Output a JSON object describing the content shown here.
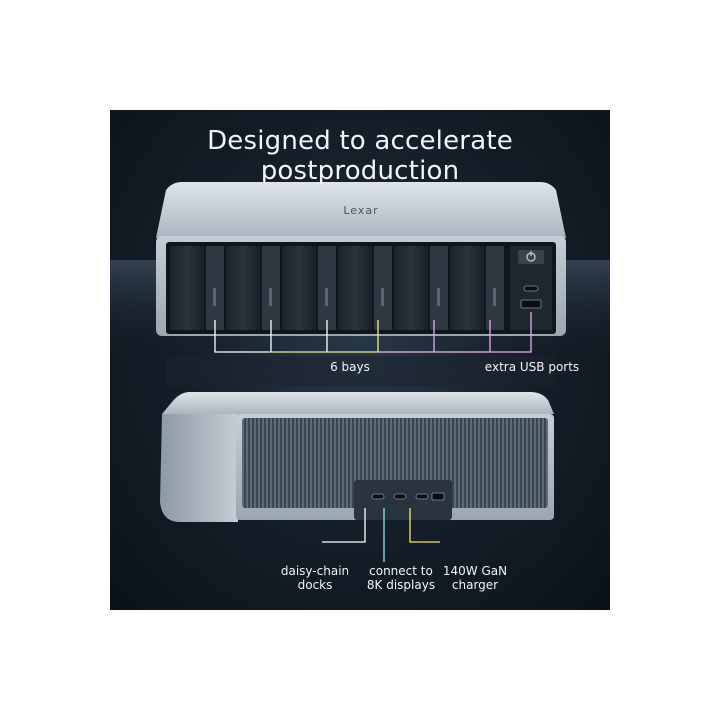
{
  "headline": "Designed to accelerate postproduction",
  "brand": "Lexar",
  "labels": {
    "bays": "6 bays",
    "usb": "extra USB ports",
    "daisy": "daisy-chain\ndocks",
    "displays": "connect to\n8K displays",
    "charger": "140W GaN\ncharger"
  },
  "bay_count": 6,
  "colors": {
    "panel_bg": "#16202b",
    "chassis": "#b9c4cf",
    "bays_white": "#ffffff",
    "bays_yellow": "#f3ef7a",
    "bays_pink": "#f2a6f0",
    "daisy_cyan": "#8ee6ef",
    "charger_yellow": "#f3e36a"
  },
  "icons": [
    "power-icon",
    "usb-c-port-icon",
    "usb-a-port-icon"
  ]
}
